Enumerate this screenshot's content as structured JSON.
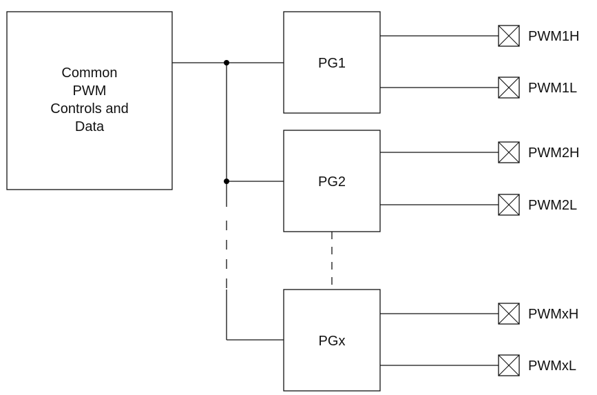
{
  "common_block": {
    "lines": [
      "Common",
      "PWM",
      "Controls and",
      "Data"
    ]
  },
  "generators": [
    {
      "label": "PG1",
      "outputs": [
        "PWM1H",
        "PWM1L"
      ]
    },
    {
      "label": "PG2",
      "outputs": [
        "PWM2H",
        "PWM2L"
      ]
    },
    {
      "label": "PGx",
      "outputs": [
        "PWMxH",
        "PWMxL"
      ]
    }
  ],
  "colors": {
    "line": "#111111",
    "background": "#ffffff"
  }
}
